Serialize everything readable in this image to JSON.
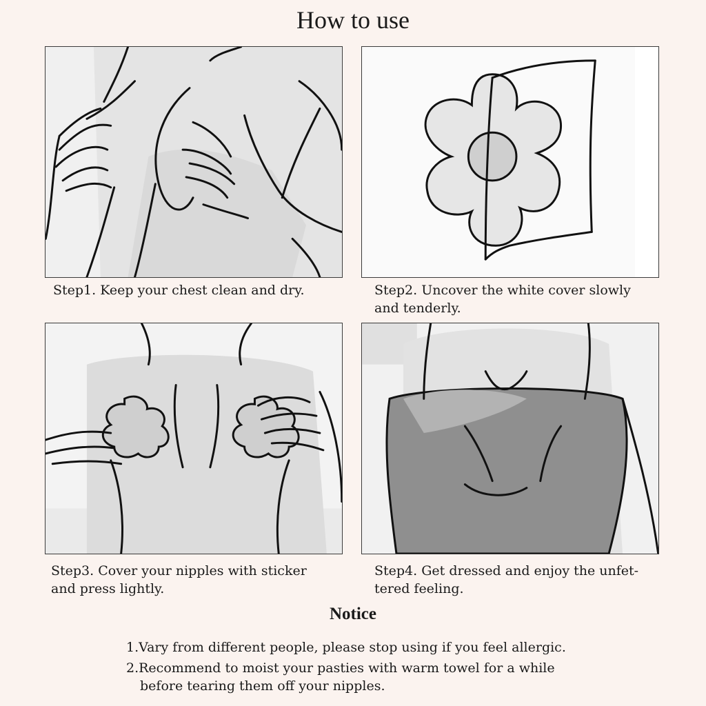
{
  "header": {
    "title": "How to use"
  },
  "steps": [
    {
      "caption": "Step1. Keep your chest clean and dry.",
      "illustration": "hands-on-chest-illustration"
    },
    {
      "caption": "Step2. Uncover the white cover slowly\nand tenderly.",
      "illustration": "flower-pasty-peel-illustration"
    },
    {
      "caption": "Step3. Cover your nipples with sticker\nand press lightly.",
      "illustration": "applying-pasties-illustration"
    },
    {
      "caption": "Step4. Get dressed and enjoy the unfet-\ntered feeling.",
      "illustration": "dressed-woman-illustration"
    }
  ],
  "notice": {
    "title": "Notice",
    "items": [
      {
        "line1": "1.Vary from different people, please stop using if you feel allergic.",
        "line2": ""
      },
      {
        "line1": "2.Recommend to moist your pasties with warm towel for a while",
        "line2": "before tearing them off your nipples."
      }
    ]
  },
  "colors": {
    "background": "#fbf3ef",
    "panel_bg": "#f2f2f2",
    "skin_shade": "#d6d6d6",
    "dress": "#8f8f8f",
    "line": "#111111"
  }
}
